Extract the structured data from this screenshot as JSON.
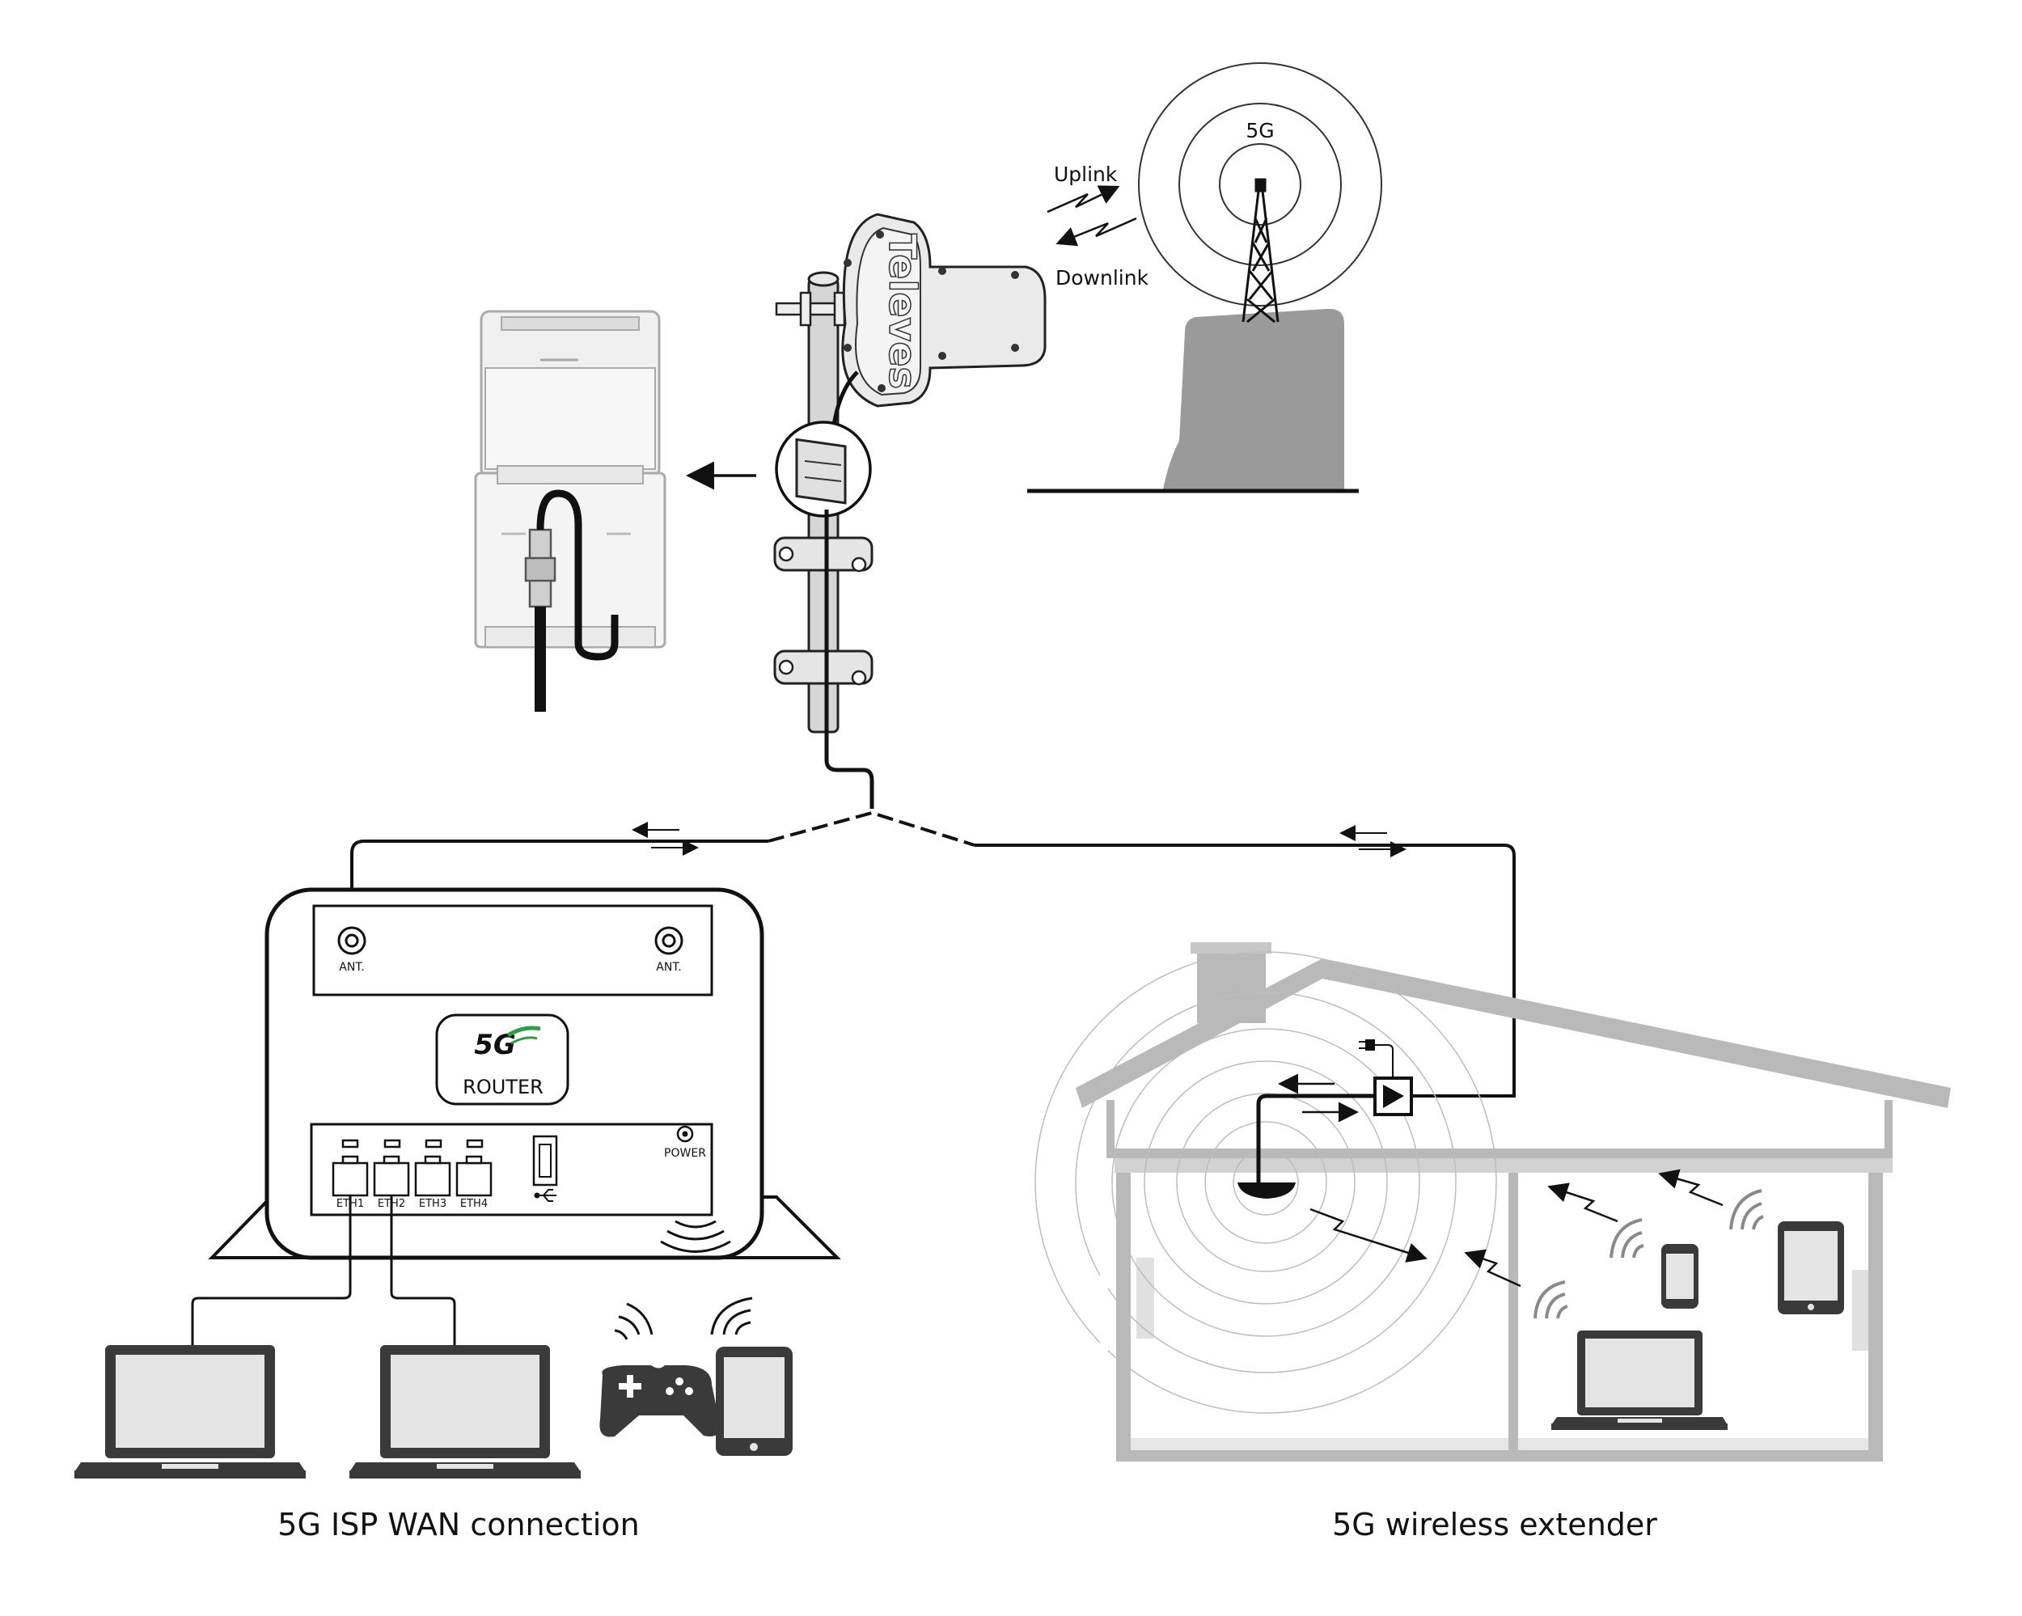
{
  "tower": {
    "label": "5G",
    "uplink_label": "Uplink",
    "downlink_label": "Downlink"
  },
  "antenna": {
    "brand": "Televes"
  },
  "router": {
    "logo_text": "5G",
    "title": "ROUTER",
    "ant_left_label": "ANT.",
    "ant_right_label": "ANT.",
    "power_label": "POWER",
    "eth_ports": [
      "ETH1",
      "ETH2",
      "ETH3",
      "ETH4"
    ]
  },
  "captions": {
    "left": "5G ISP WAN connection",
    "right": "5G wireless extender"
  },
  "colors": {
    "line": "#111111",
    "device": "#3a3a3a",
    "house_gray": "#b9b9b9",
    "ground_gray": "#9a9a9a",
    "brand_green": "#2f9e44"
  }
}
